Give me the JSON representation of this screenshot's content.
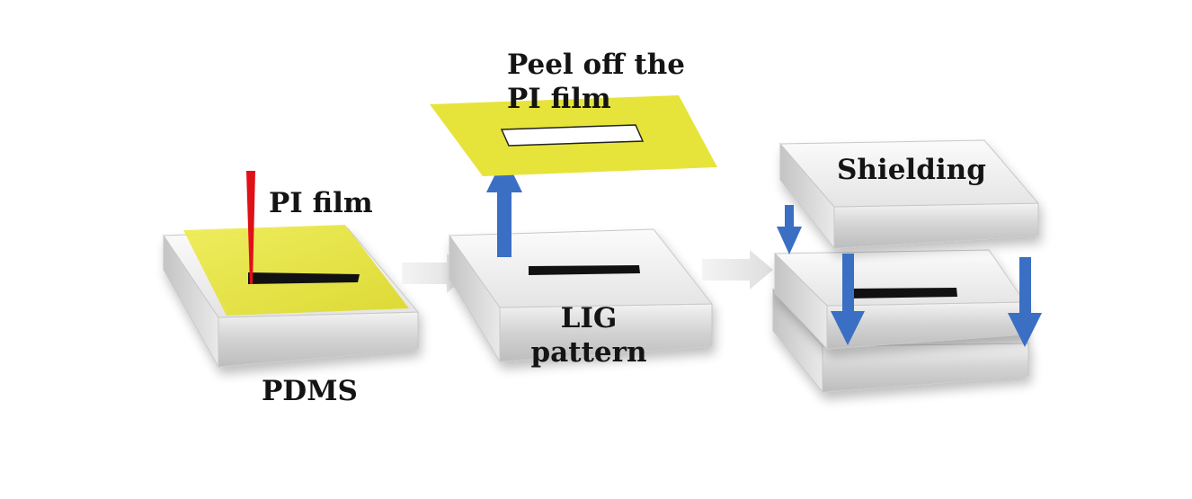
{
  "labels": {
    "pi_film": "PI film",
    "pdms": "PDMS",
    "peel_line1": "Peel off the",
    "peel_line2": "PI film",
    "lig_line1": "LIG",
    "lig_line2": "pattern",
    "shielding": "Shielding"
  },
  "colors": {
    "pi_film": "#e6e43a",
    "laser": "#e01018",
    "lig_pattern": "#111111",
    "arrow_blue": "#3a6fc4",
    "block_light": "#f4f4f4",
    "block_shade": "#cfcfcf",
    "process_arrow": "#e2e2e2"
  }
}
